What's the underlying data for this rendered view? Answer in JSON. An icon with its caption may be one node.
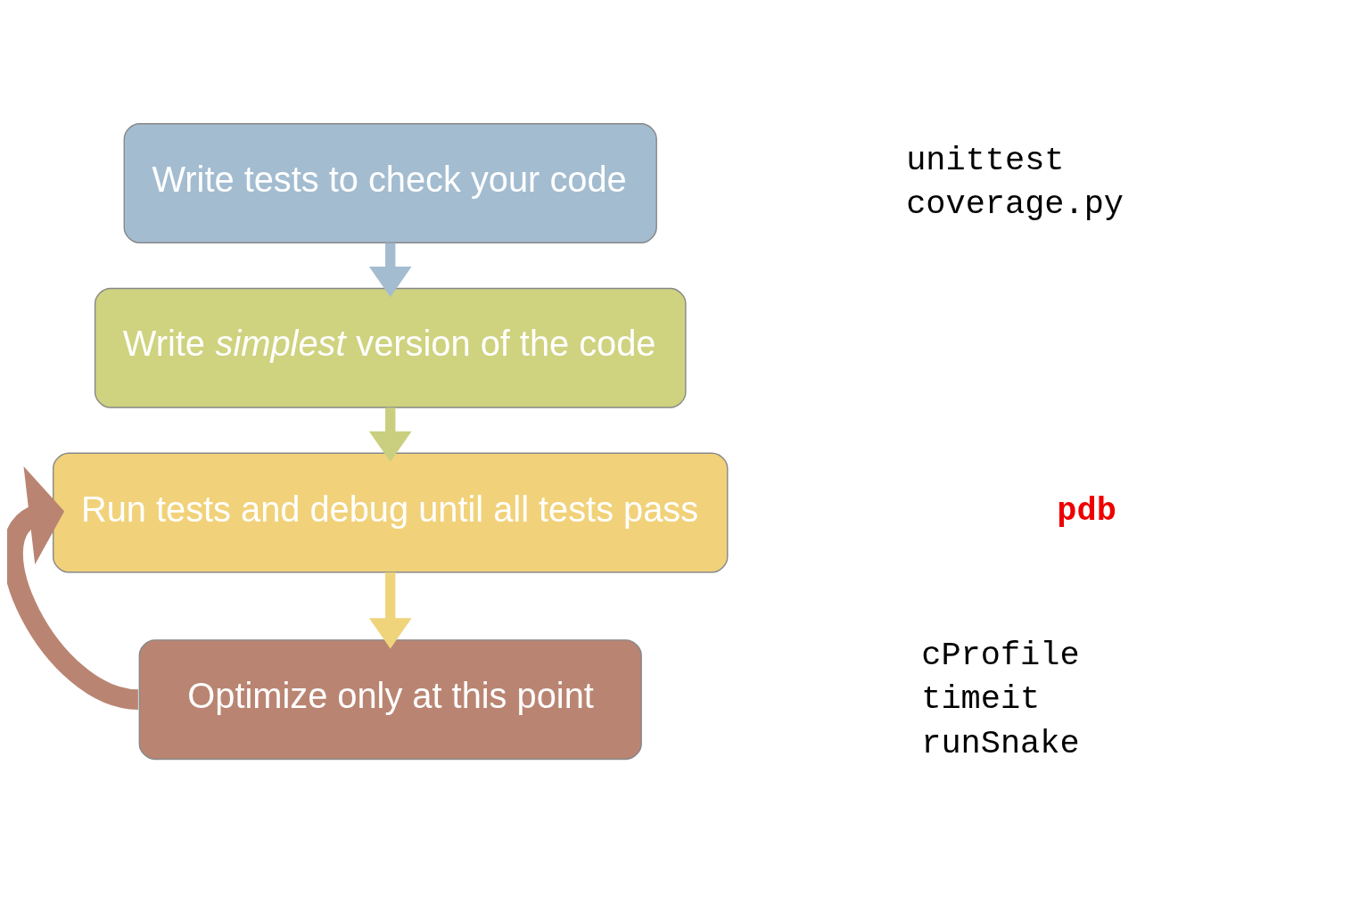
{
  "diagram": {
    "nodes": [
      {
        "text": [
          "Write tests to check your code"
        ]
      },
      {
        "text": [
          "Write *simplest* version of the code"
        ]
      },
      {
        "text": [
          "Run tests and debug until all tests pass"
        ]
      },
      {
        "text": [
          "Optimize only at this point"
        ]
      }
    ],
    "edges": [
      {
        "from": 0,
        "to": 1,
        "arrow": "to",
        "color": "#a3bcd0"
      },
      {
        "from": 1,
        "to": 2,
        "arrow": "to",
        "color": "#c9cf7f"
      },
      {
        "from": 2,
        "to": 3,
        "arrow": "to",
        "color": "#efd47c"
      },
      {
        "from": 3,
        "to": 2,
        "arrow": "to",
        "style": "thick",
        "color": "#b98572"
      }
    ],
    "labels": [
      "unittest",
      "coverage.py",
      "pdb",
      "cProfile",
      "timeit",
      "runSnake"
    ]
  }
}
